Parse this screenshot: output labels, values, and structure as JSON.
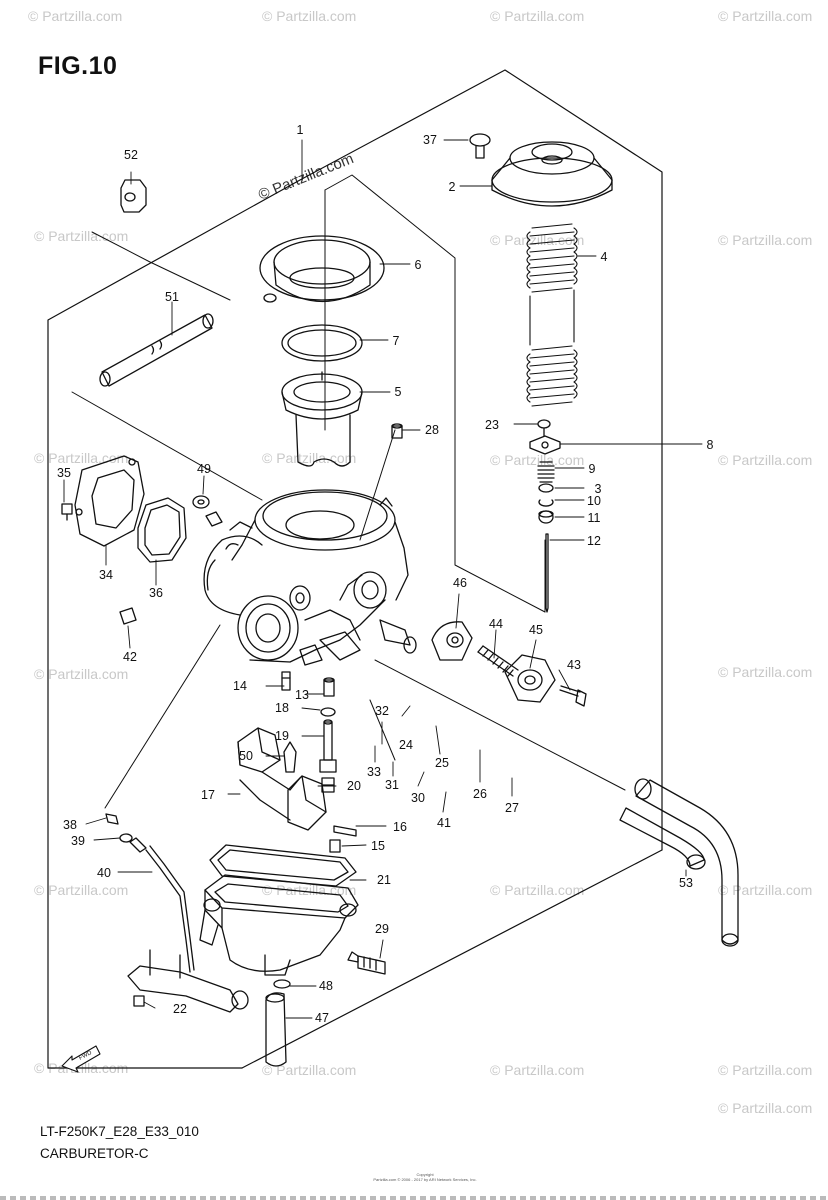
{
  "figure": {
    "title": "FIG.10",
    "model_code": "LT-F250K7_E28_E33_010",
    "name": "CARBURETOR-C",
    "copyright_line1": "Copyright",
    "copyright_line2": "Partzilla.com © 2006 - 2017 by ARI Network Services, Inc."
  },
  "watermark": {
    "text": "© Partzilla.com",
    "prominent_text": "© Partzilla.com"
  },
  "fwd_label": "FWD",
  "callouts": {
    "c1": "1",
    "c2": "2",
    "c3": "3",
    "c4": "4",
    "c5": "5",
    "c6": "6",
    "c7": "7",
    "c8": "8",
    "c9": "9",
    "c10": "10",
    "c11": "11",
    "c12": "12",
    "c13": "13",
    "c14": "14",
    "c15": "15",
    "c16": "16",
    "c17": "17",
    "c18": "18",
    "c19": "19",
    "c20": "20",
    "c21": "21",
    "c22": "22",
    "c23": "23",
    "c24": "24",
    "c25": "25",
    "c26": "26",
    "c27": "27",
    "c28": "28",
    "c29": "29",
    "c30": "30",
    "c31": "31",
    "c32": "32",
    "c33": "33",
    "c34": "34",
    "c35": "35",
    "c36": "36",
    "c37": "37",
    "c38": "38",
    "c39": "39",
    "c40": "40",
    "c41": "41",
    "c42": "42",
    "c43": "43",
    "c44": "44",
    "c45": "45",
    "c46": "46",
    "c47": "47",
    "c48": "48",
    "c49": "49",
    "c50": "50",
    "c51": "51",
    "c52": "52",
    "c53": "53"
  }
}
